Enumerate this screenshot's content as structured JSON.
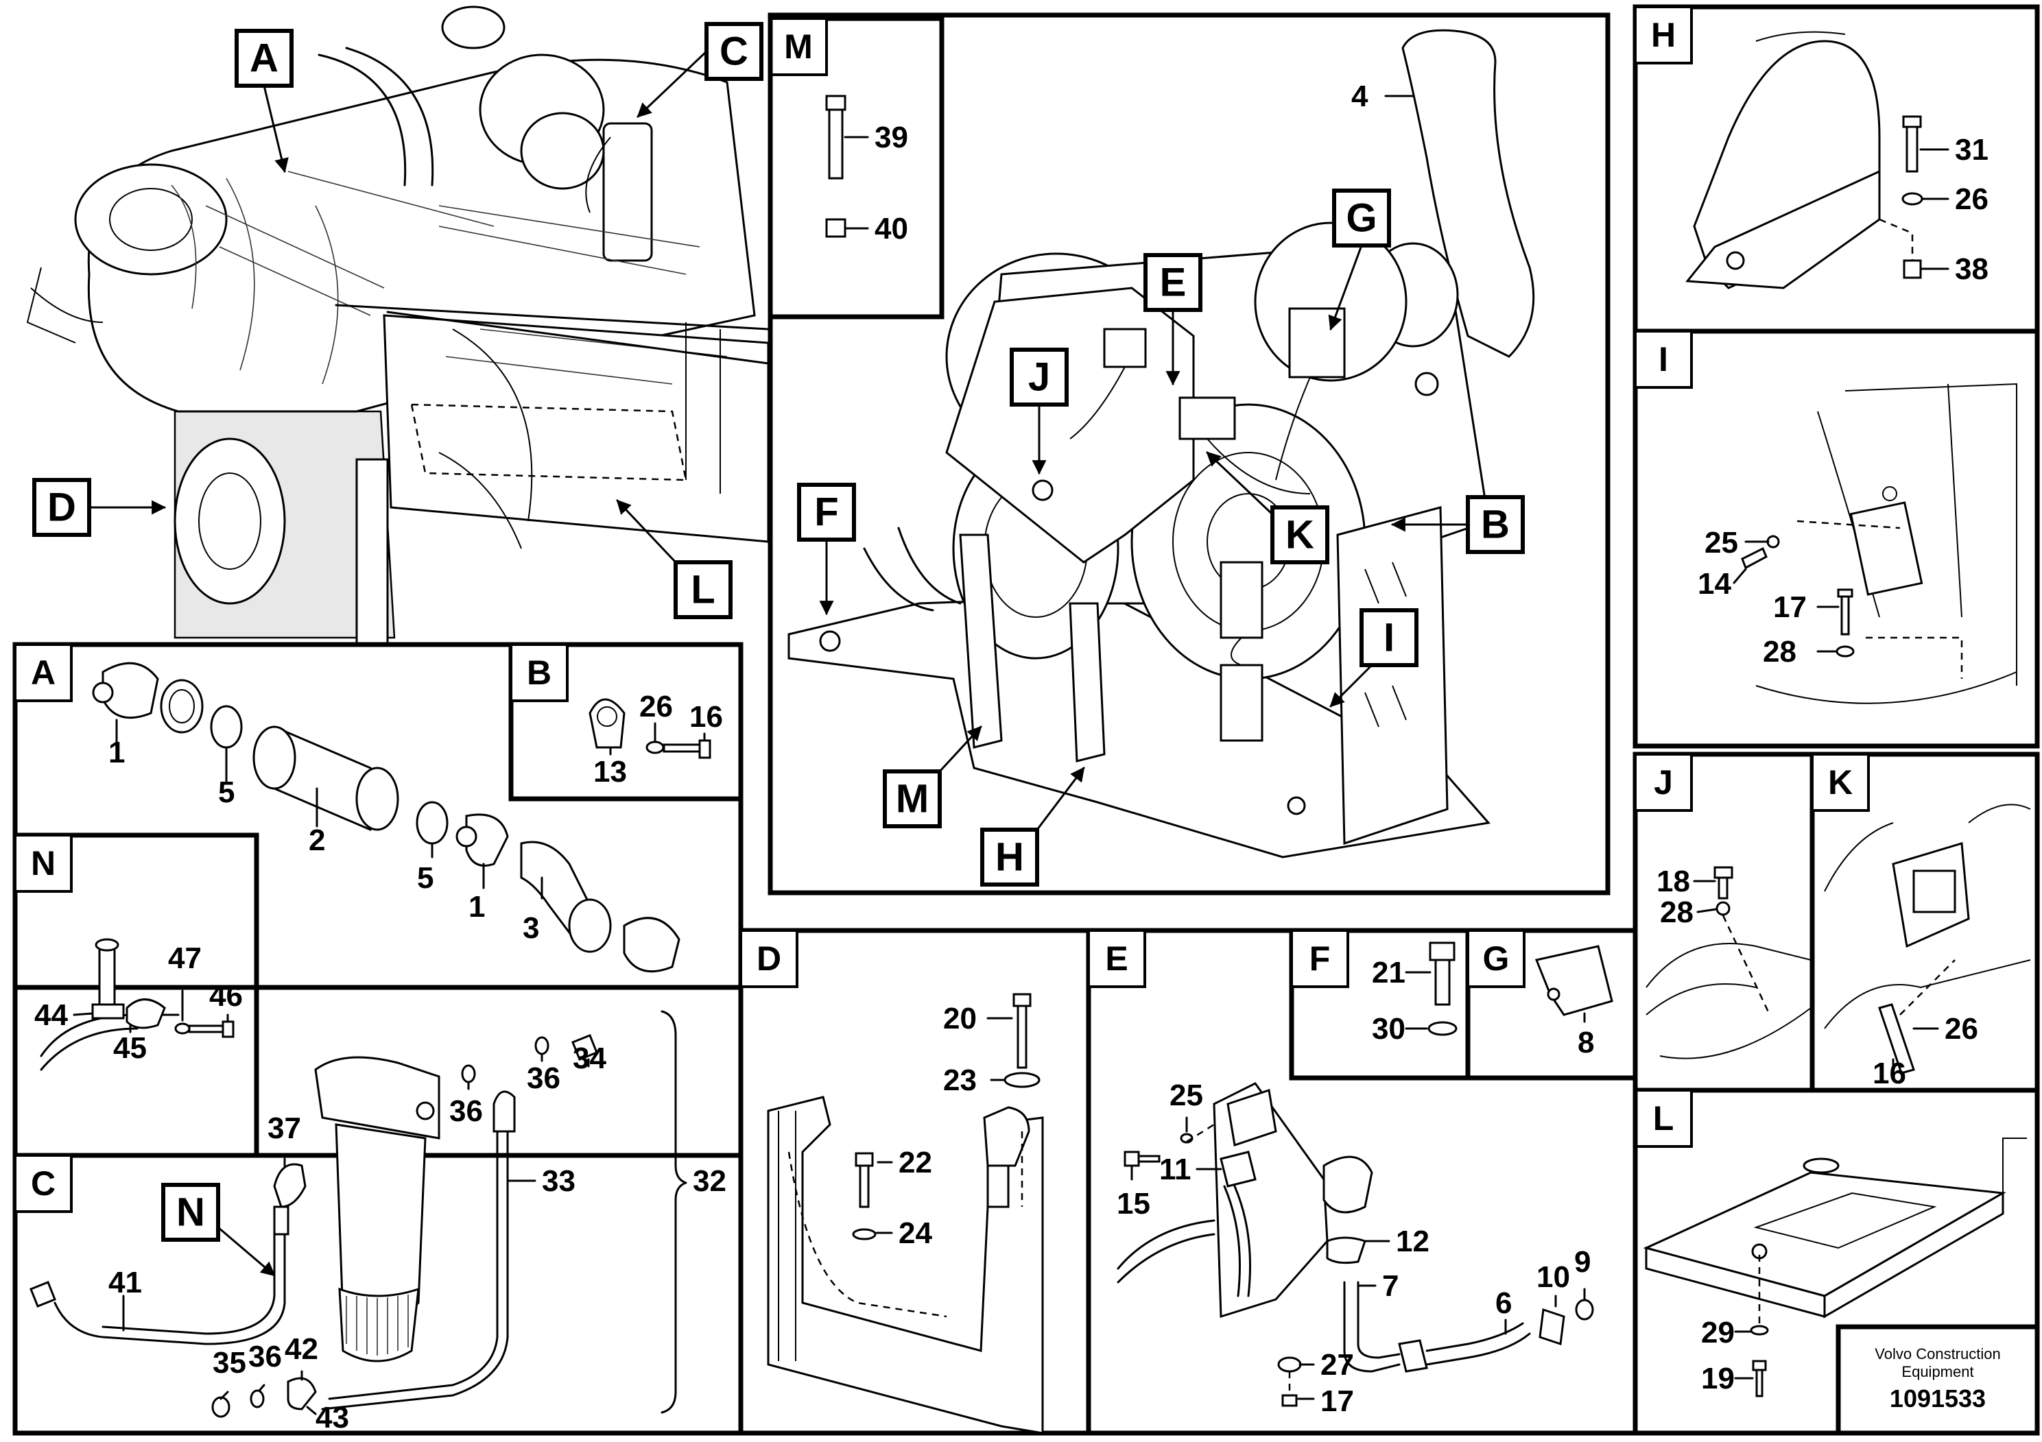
{
  "panels": {
    "A": {
      "letter": "A",
      "callouts": [
        "1",
        "5",
        "2",
        "5",
        "1",
        "3"
      ]
    },
    "B": {
      "letter": "B",
      "callouts": [
        "26",
        "16",
        "13"
      ]
    },
    "C": {
      "letter": "C",
      "callouts": [
        "37",
        "36",
        "36",
        "34",
        "33",
        "32",
        "41",
        "35",
        "36",
        "42",
        "43"
      ]
    },
    "D": {
      "letter": "D",
      "callouts": [
        "20",
        "23",
        "22",
        "24"
      ]
    },
    "E": {
      "letter": "E",
      "callouts": [
        "25",
        "11",
        "15",
        "12",
        "7",
        "6",
        "10",
        "9",
        "27",
        "17"
      ]
    },
    "F": {
      "letter": "F",
      "callouts": [
        "21",
        "30"
      ]
    },
    "G": {
      "letter": "G",
      "callouts": [
        "8"
      ]
    },
    "H": {
      "letter": "H",
      "callouts": [
        "31",
        "26",
        "38"
      ]
    },
    "I": {
      "letter": "I",
      "callouts": [
        "25",
        "14",
        "17",
        "28"
      ]
    },
    "J": {
      "letter": "J",
      "callouts": [
        "18",
        "28"
      ]
    },
    "K": {
      "letter": "K",
      "callouts": [
        "26",
        "16"
      ]
    },
    "L": {
      "letter": "L",
      "callouts": [
        "29",
        "19"
      ]
    },
    "M": {
      "letter": "M",
      "callouts": [
        "39",
        "40"
      ]
    },
    "N": {
      "letter": "N",
      "callouts": [
        "44",
        "45",
        "47",
        "46"
      ]
    }
  },
  "main_view": {
    "callouts": [
      "4"
    ]
  },
  "overview_tags": [
    "A",
    "C",
    "D",
    "L"
  ],
  "main_tags": [
    "E",
    "G",
    "J",
    "F",
    "K",
    "B",
    "I",
    "M",
    "H"
  ],
  "c_view_tag": "N",
  "footer": {
    "brand_line1": "Volvo Construction",
    "brand_line2": "Equipment",
    "doc_number": "1091533"
  }
}
